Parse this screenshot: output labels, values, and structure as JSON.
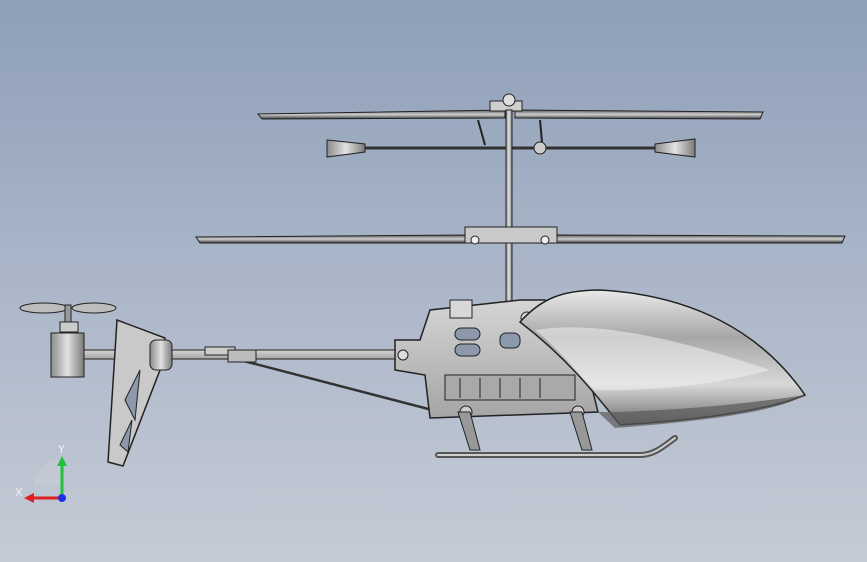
{
  "viewport": {
    "background_top": "#8e9fb8",
    "background_bottom": "#c5cbd6"
  },
  "model": {
    "subject": "helicopter-side-view",
    "body_color": "#b8b8b8",
    "canopy_color": "#9a9a9a",
    "outline_color": "#2a2a2a"
  },
  "triad": {
    "x_label": "X",
    "y_label": "Y",
    "x_color": "#e02020",
    "y_color": "#20c040",
    "z_color": "#2030e0"
  }
}
